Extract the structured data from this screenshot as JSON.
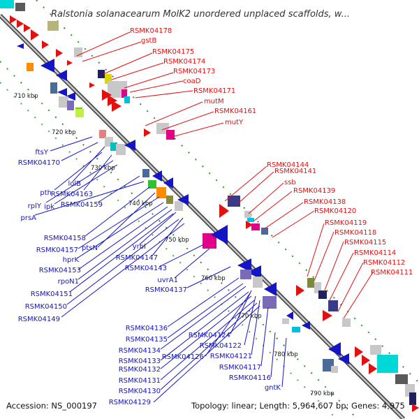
{
  "title": "Ralstonia solanacearum MolK2 unordered unplaced scaffolds, w...",
  "footer": {
    "accession": "Accession: NS_000197",
    "topology": "Topology: linear; Length: 5,964,607 bp; Genes: 4,975"
  },
  "colors": {
    "red_label": "#e31010",
    "blue_label": "#1515b8",
    "backbone": "#888888",
    "tick_dash": "#1f9a1f"
  },
  "ticks": [
    "710 kbp",
    "720 kbp",
    "730 kbp",
    "740 kbp",
    "750 kbp",
    "760 kbp",
    "770 kbp",
    "780 kbp",
    "790 kbp"
  ],
  "red_labels": [
    "RSMK04178",
    "gstB",
    "RSMK04175",
    "RSMK04174",
    "RSMK04173",
    "coaD",
    "RSMK04171",
    "mutM",
    "RSMK04161",
    "mutY",
    "RSMK04144",
    "RSMK04141",
    "ssb",
    "RSMK04139",
    "RSMK04138",
    "RSMK04120",
    "RSMK04119",
    "RSMK04118",
    "RSMK04115",
    "RSMK04114",
    "RSMK04112",
    "RSMK04111"
  ],
  "blue_labels": [
    "ftsY",
    "RSMK04170",
    "lolB",
    "pth",
    "RSMK04163",
    "rplY",
    "ipk",
    "RSMK04159",
    "prsA",
    "RSMK04158",
    "ptsN",
    "RSMK04157",
    "hprK",
    "RSMK04153",
    "rpoN1",
    "yrbI",
    "RSMK04147",
    "RSMK04143",
    "RSMK04151",
    "uvrA1",
    "RSMK04150",
    "RSMK04137",
    "RSMK04149",
    "RSMK04136",
    "RSMK04135",
    "RSMK04124",
    "RSMK04122",
    "RSMK04134",
    "RSMK04126",
    "RSMK04133",
    "RSMK04121",
    "RSMK04132",
    "RSMK04117",
    "RSMK04131",
    "RSMK04116",
    "RSMK04130",
    "gntK",
    "RSMK04129"
  ]
}
